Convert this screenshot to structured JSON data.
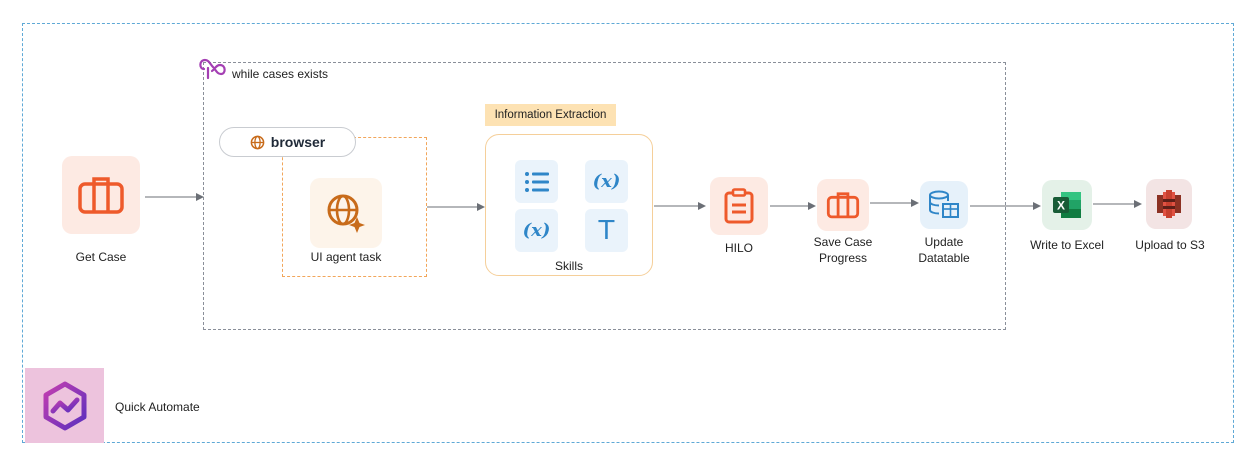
{
  "diagram": {
    "loop": {
      "label": "while cases exists"
    },
    "browser": {
      "label": "browser"
    },
    "nodes": {
      "get_case": {
        "label": "Get Case",
        "icon": "briefcase-icon"
      },
      "ui_agent": {
        "label": "UI agent task",
        "icon": "globe-sparkle-icon"
      },
      "extraction": {
        "tag": "Information Extraction",
        "label": "Skills"
      },
      "hilo": {
        "label": "HILO",
        "icon": "clipboard-icon"
      },
      "save_case": {
        "line1": "Save Case",
        "line2": "Progress",
        "icon": "briefcase-icon"
      },
      "update_datatable": {
        "line1": "Update",
        "line2": "Datatable",
        "icon": "database-table-icon"
      },
      "write_excel": {
        "label": "Write to Excel",
        "icon": "excel-icon"
      },
      "upload_s3": {
        "label": "Upload to S3",
        "icon": "s3-bucket-icon"
      }
    },
    "skills": [
      "list-icon",
      "variable-icon",
      "variable-icon",
      "text-icon"
    ],
    "brand": {
      "label": "Quick Automate",
      "icon": "quick-automate-logo-icon"
    },
    "colors": {
      "accent_orange": "#ee5a2b",
      "outer_border": "#5fa9d6",
      "loop_border": "#8a8f99",
      "browser_border": "#f2a65a",
      "skill_blue": "#2f86c8",
      "extraction_tag": "#fde2b3",
      "brand_tile": "#edc3dd",
      "brand_purple": "#7b2fbe"
    }
  }
}
